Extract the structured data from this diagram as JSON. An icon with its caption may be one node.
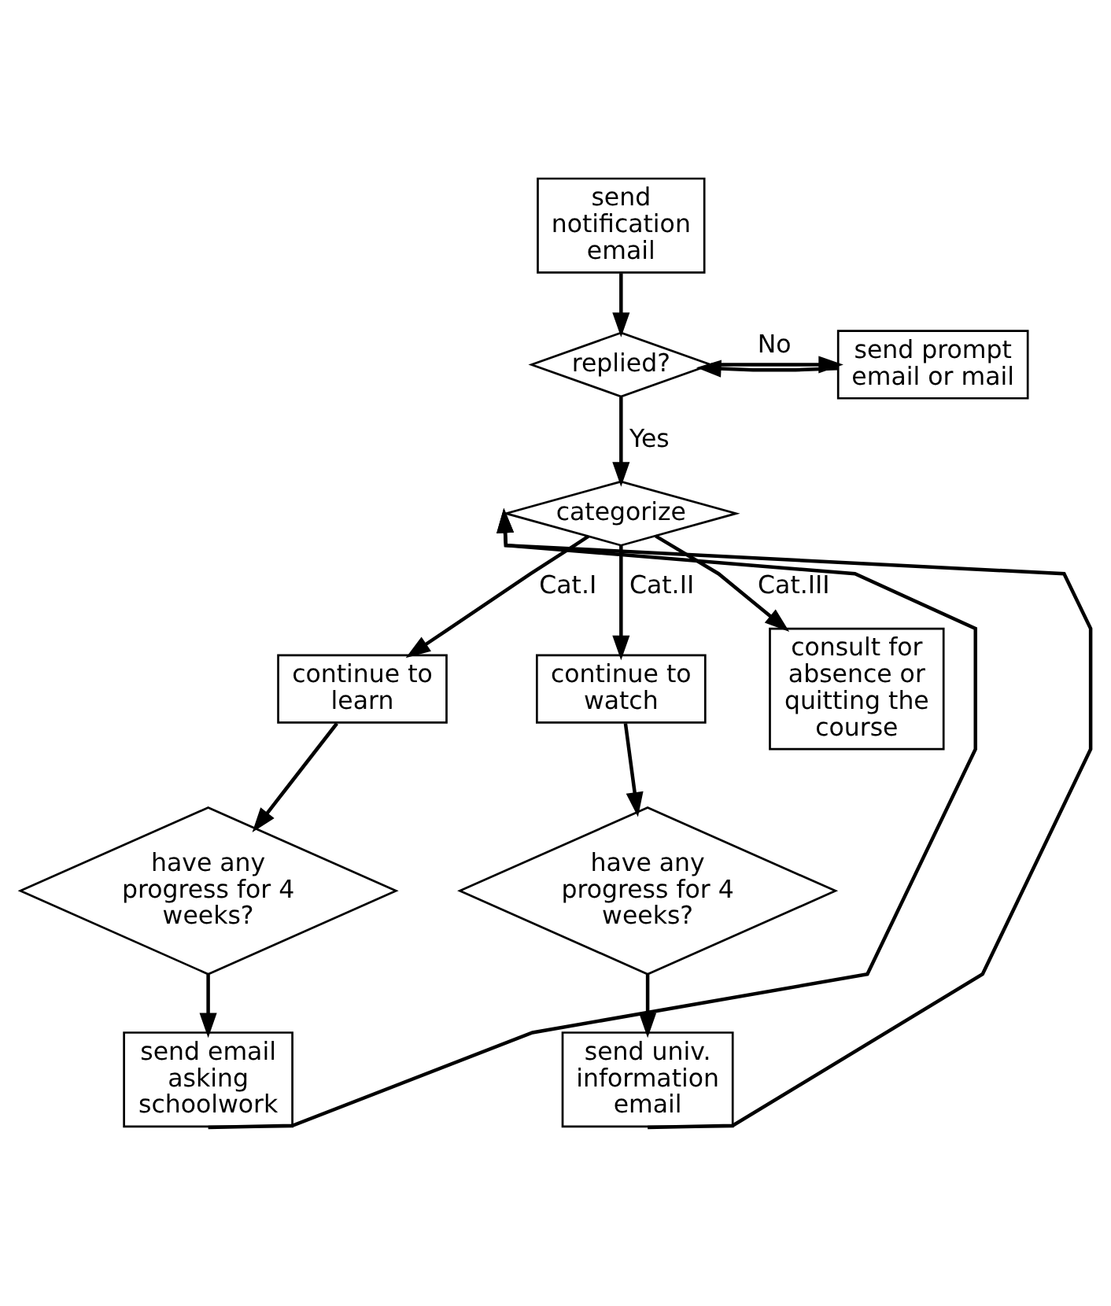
{
  "diagram": {
    "nodes": [
      {
        "text": [
          "send notification email"
        ]
      },
      {
        "text": [
          "replied?"
        ]
      },
      {
        "text": [
          "send prompt email or mail"
        ]
      },
      {
        "text": [
          "categorize"
        ]
      },
      {
        "text": [
          "continue to learn"
        ]
      },
      {
        "text": [
          "have any progress for 4 weeks?"
        ]
      },
      {
        "text": [
          "send email asking schoolwork"
        ]
      },
      {
        "text": [
          "continue to watch"
        ]
      },
      {
        "text": [
          "have any progress for 4 weeks?"
        ]
      },
      {
        "text": [
          "send univ. information email"
        ]
      },
      {
        "text": [
          "consult for absence or quitting the course"
        ]
      }
    ],
    "edges": [
      {
        "from": 0,
        "to": 1,
        "arrow": "to"
      },
      {
        "from": 1,
        "to": 2,
        "arrow": "to",
        "label": "No"
      },
      {
        "from": 2,
        "to": 1,
        "arrow": "to"
      },
      {
        "from": 1,
        "to": 3,
        "arrow": "to",
        "label": "Yes"
      },
      {
        "from": 3,
        "to": 4,
        "arrow": "to",
        "label": "Cat.I"
      },
      {
        "from": 3,
        "to": 7,
        "arrow": "to",
        "label": "Cat.II"
      },
      {
        "from": 3,
        "to": 10,
        "arrow": "to",
        "label": "Cat.III"
      },
      {
        "from": 4,
        "to": 5,
        "arrow": "to"
      },
      {
        "from": 5,
        "to": 6,
        "arrow": "to"
      },
      {
        "from": 7,
        "to": 8,
        "arrow": "to"
      },
      {
        "from": 8,
        "to": 9,
        "arrow": "to"
      },
      {
        "from": 6,
        "to": 3,
        "arrow": "to"
      },
      {
        "from": 9,
        "to": 3,
        "arrow": "to"
      }
    ]
  }
}
